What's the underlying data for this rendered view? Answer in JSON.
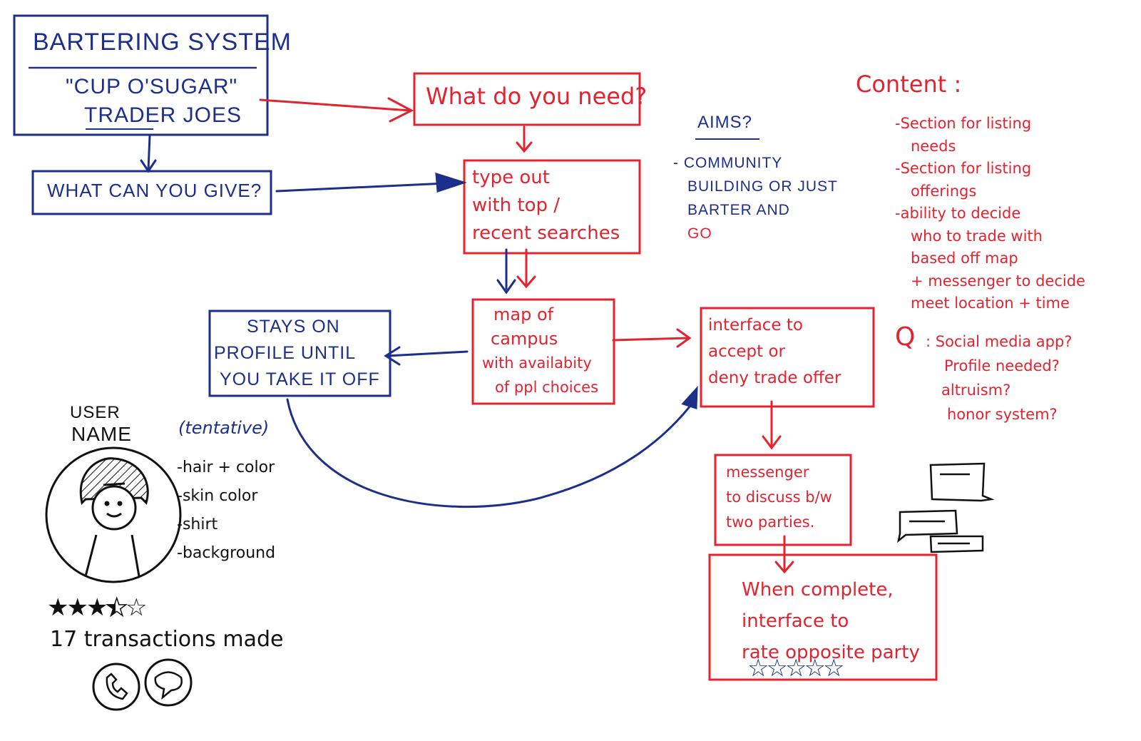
{
  "title_box": {
    "line1": "BARTERING SYSTEM",
    "line2": "\"CUP O'SUGAR\"",
    "line3": "TRADER JOES"
  },
  "give_box": {
    "text": "WHAT CAN YOU GIVE?"
  },
  "need_box": {
    "text": "What do you need?"
  },
  "type_box": {
    "lines": [
      "type out",
      "with top /",
      "recent searches"
    ]
  },
  "map_box": {
    "lines": [
      "map of",
      "campus",
      "with availabity",
      "of ppl choices"
    ]
  },
  "stays_box": {
    "lines": [
      "STAYS ON",
      "PROFILE UNTIL",
      "YOU TAKE IT OFF"
    ]
  },
  "interface_box": {
    "lines": [
      "interface to",
      "accept or",
      "deny trade offer"
    ]
  },
  "messenger_box": {
    "lines": [
      "messenger",
      "to discuss b/w",
      "two parties."
    ]
  },
  "complete_box": {
    "lines": [
      "When complete,",
      "interface to",
      "rate opposite party"
    ]
  },
  "aims": {
    "title": "AIMS?",
    "lines": [
      "- COMMUNITY",
      "BUILDING OR JUST",
      "BARTER AND"
    ],
    "go": "GO"
  },
  "content": {
    "title": "Content :",
    "lines": [
      "-Section for listing",
      "needs",
      "-Section for listing",
      "offerings",
      "-ability to decide",
      "who to trade with",
      "based off map",
      "+ messenger to decide",
      "meet location + time"
    ],
    "q_mark": "Q",
    "q_lines": [
      ": Social media app?",
      "Profile needed?",
      "altruism?",
      "honor system?"
    ]
  },
  "profile": {
    "user_name_line1": "USER",
    "user_name_line2": "NAME",
    "tentative": "(tentative)",
    "attributes": [
      "-hair + color",
      "-skin color",
      "-shirt",
      "-background"
    ],
    "stars_filled": 3.5,
    "stars_total": 5,
    "transactions": "17 transactions made"
  },
  "colors": {
    "blue": "#1c2f8a",
    "red": "#e3232f",
    "black": "#111111"
  }
}
